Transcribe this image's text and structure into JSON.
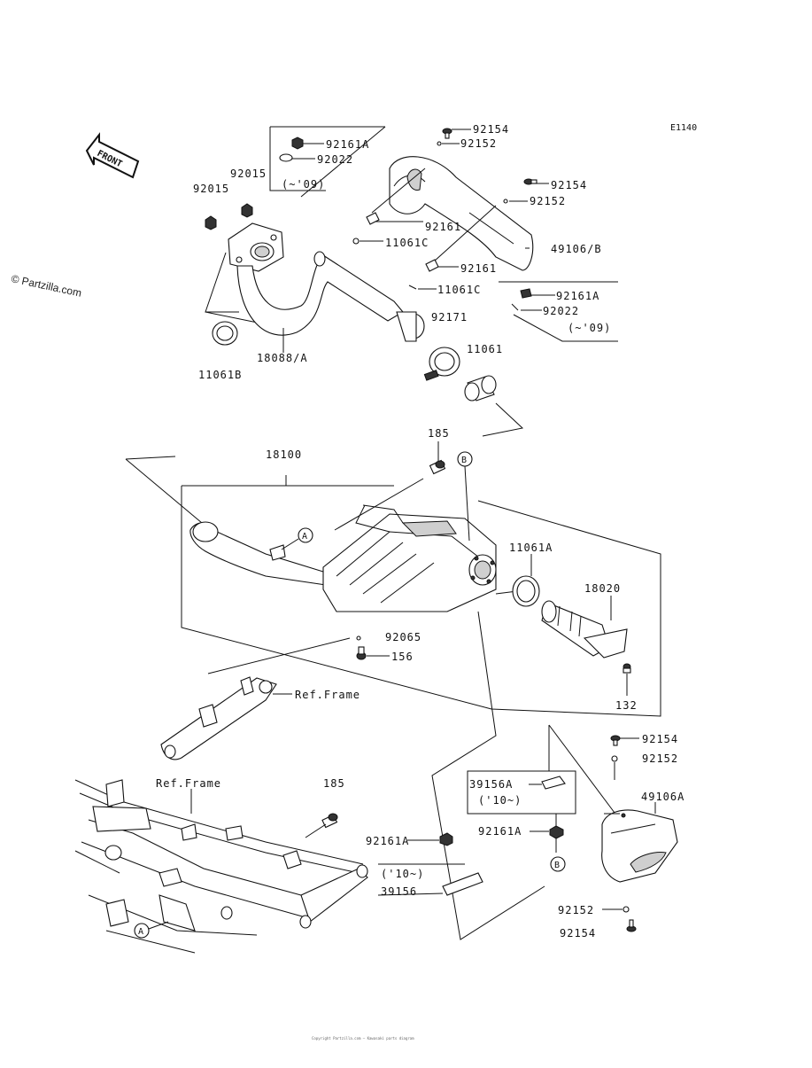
{
  "diagram_code": "E1140",
  "watermark": "© Partzilla.com",
  "direction_badge": "FRONT",
  "callouts": {
    "c_a_ref": "A",
    "c_a_frame": "A",
    "c_b_top": "B",
    "c_b_bottom": "B"
  },
  "part_labels": {
    "p92154_a": "92154",
    "p92152_a": "92152",
    "p92161a_a": "92161A",
    "p92022_a": "92022",
    "p92015_a": "92015",
    "p92015_b": "92015",
    "p09_a": "(~'09)",
    "p92154_b": "92154",
    "p92152_b": "92152",
    "p92161_a": "92161",
    "p11061c_a": "11061C",
    "p49106b": "49106/B",
    "p92161_b": "92161",
    "p11061c_b": "11061C",
    "p92161a_b": "92161A",
    "p92022_b": "92022",
    "p09_b": "(~'09)",
    "p92171": "92171",
    "p11061": "11061",
    "p11061b": "11061B",
    "p18088a": "18088/A",
    "p185_a": "185",
    "p18100": "18100",
    "p11061a": "11061A",
    "p18020": "18020",
    "p92065": "92065",
    "p156": "156",
    "p132": "132",
    "p_ref_frame_a": "Ref.Frame",
    "p_ref_frame_b": "Ref.Frame",
    "p185_b": "185",
    "p92154_c": "92154",
    "p92152_c": "92152",
    "p49106a": "49106A",
    "p39156a": "39156A",
    "p10_a": "('10~)",
    "p92161a_c": "92161A",
    "p92161a_d": "92161A",
    "p10_b": "('10~)",
    "p39156": "39156",
    "p92152_d": "92152",
    "p92154_d": "92154"
  },
  "footer_text": "Copyright Partzilla.com — Kawasaki parts diagram"
}
